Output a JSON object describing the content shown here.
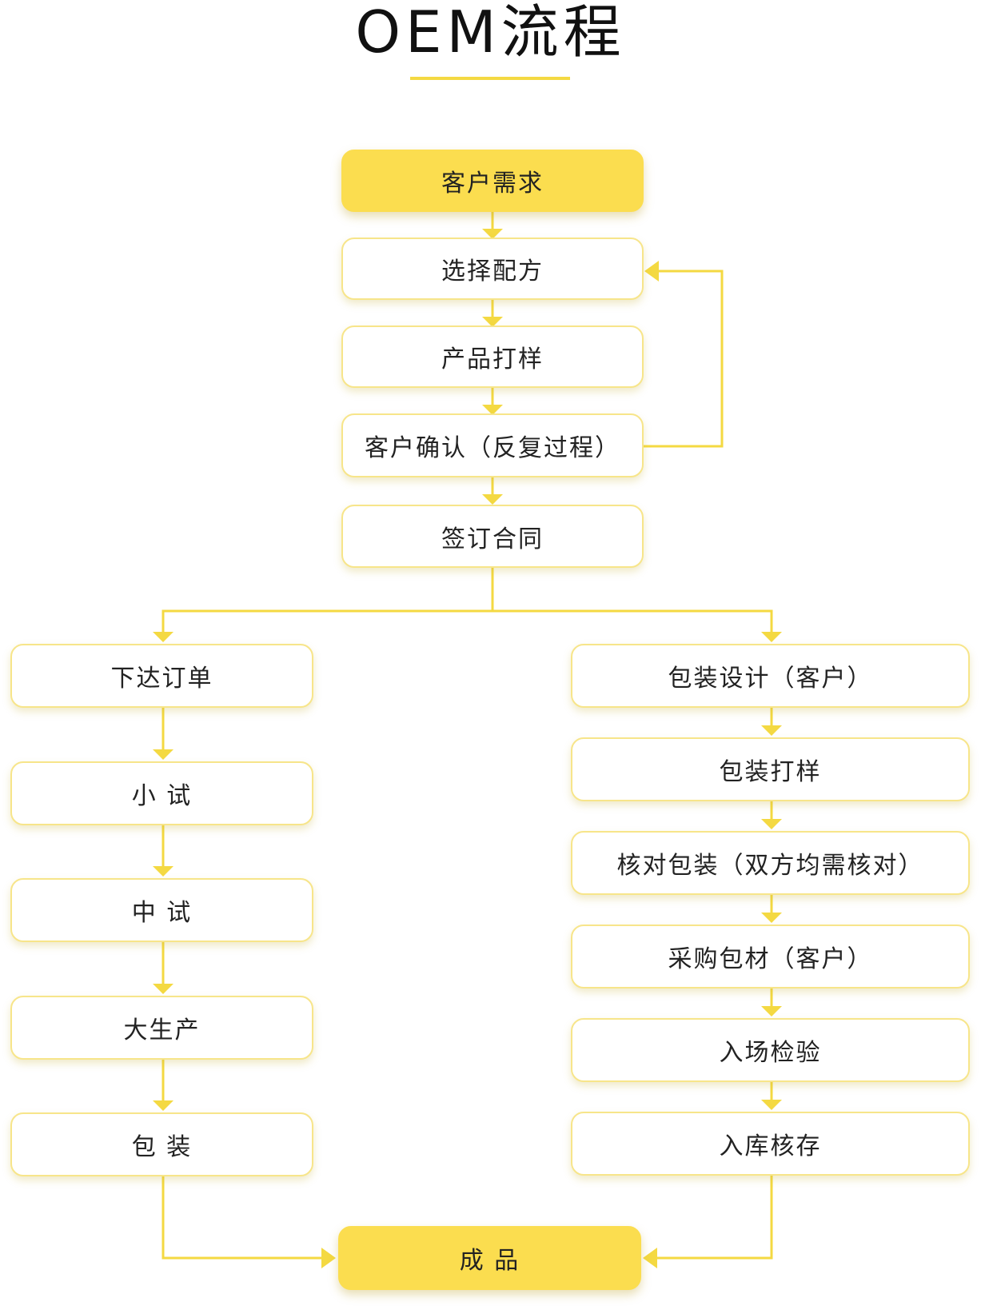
{
  "title": "OEM流程",
  "accent_color": "#f4d942",
  "fill_color": "#fbdd4f",
  "nodes": {
    "customer_demand": "客户需求",
    "select_formula": "选择配方",
    "product_sample": "产品打样",
    "customer_confirm": "客户确认（反复过程）",
    "sign_contract": "签订合同",
    "place_order": "下达订单",
    "small_trial": "小 试",
    "mid_trial": "中 试",
    "mass_production": "大生产",
    "packing": "包 装",
    "package_design": "包装设计（客户）",
    "package_sample": "包装打样",
    "check_package": "核对包装（双方均需核对）",
    "purchase_material": "采购包材（客户）",
    "incoming_inspection": "入场检验",
    "warehouse_stock": "入库核存",
    "finished_product": "成 品"
  }
}
